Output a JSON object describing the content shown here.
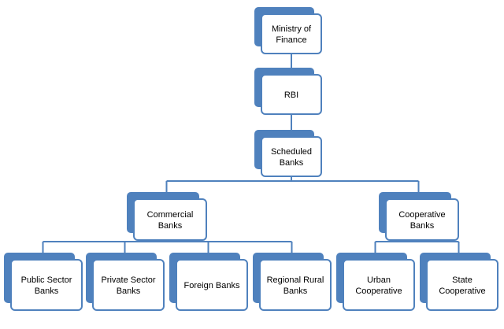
{
  "diagram": {
    "type": "organization-chart",
    "nodes": [
      {
        "id": "mof",
        "lines": [
          "Ministry of",
          "Finance"
        ]
      },
      {
        "id": "rbi",
        "lines": [
          "RBI"
        ]
      },
      {
        "id": "sched",
        "lines": [
          "Scheduled",
          "Banks"
        ]
      },
      {
        "id": "comm",
        "lines": [
          "Commercial",
          "Banks"
        ]
      },
      {
        "id": "coop",
        "lines": [
          "Cooperative",
          "Banks"
        ]
      },
      {
        "id": "pub",
        "lines": [
          "Public Sector",
          "Banks"
        ]
      },
      {
        "id": "priv",
        "lines": [
          "Private Sector",
          "Banks"
        ]
      },
      {
        "id": "foreign",
        "lines": [
          "Foreign Banks"
        ]
      },
      {
        "id": "rrb",
        "lines": [
          "Regional Rural",
          "Banks"
        ]
      },
      {
        "id": "urban",
        "lines": [
          "Urban",
          "Cooperative"
        ]
      },
      {
        "id": "state",
        "lines": [
          "State",
          "Cooperative"
        ]
      }
    ],
    "edges": [
      [
        "mof",
        "rbi"
      ],
      [
        "rbi",
        "sched"
      ],
      [
        "sched",
        "comm"
      ],
      [
        "sched",
        "coop"
      ],
      [
        "comm",
        "pub"
      ],
      [
        "comm",
        "priv"
      ],
      [
        "comm",
        "foreign"
      ],
      [
        "comm",
        "rrb"
      ],
      [
        "coop",
        "urban"
      ],
      [
        "coop",
        "state"
      ]
    ],
    "colors": {
      "accent": "#4f81bd",
      "box_fill": "#ffffff",
      "text": "#000000"
    }
  }
}
